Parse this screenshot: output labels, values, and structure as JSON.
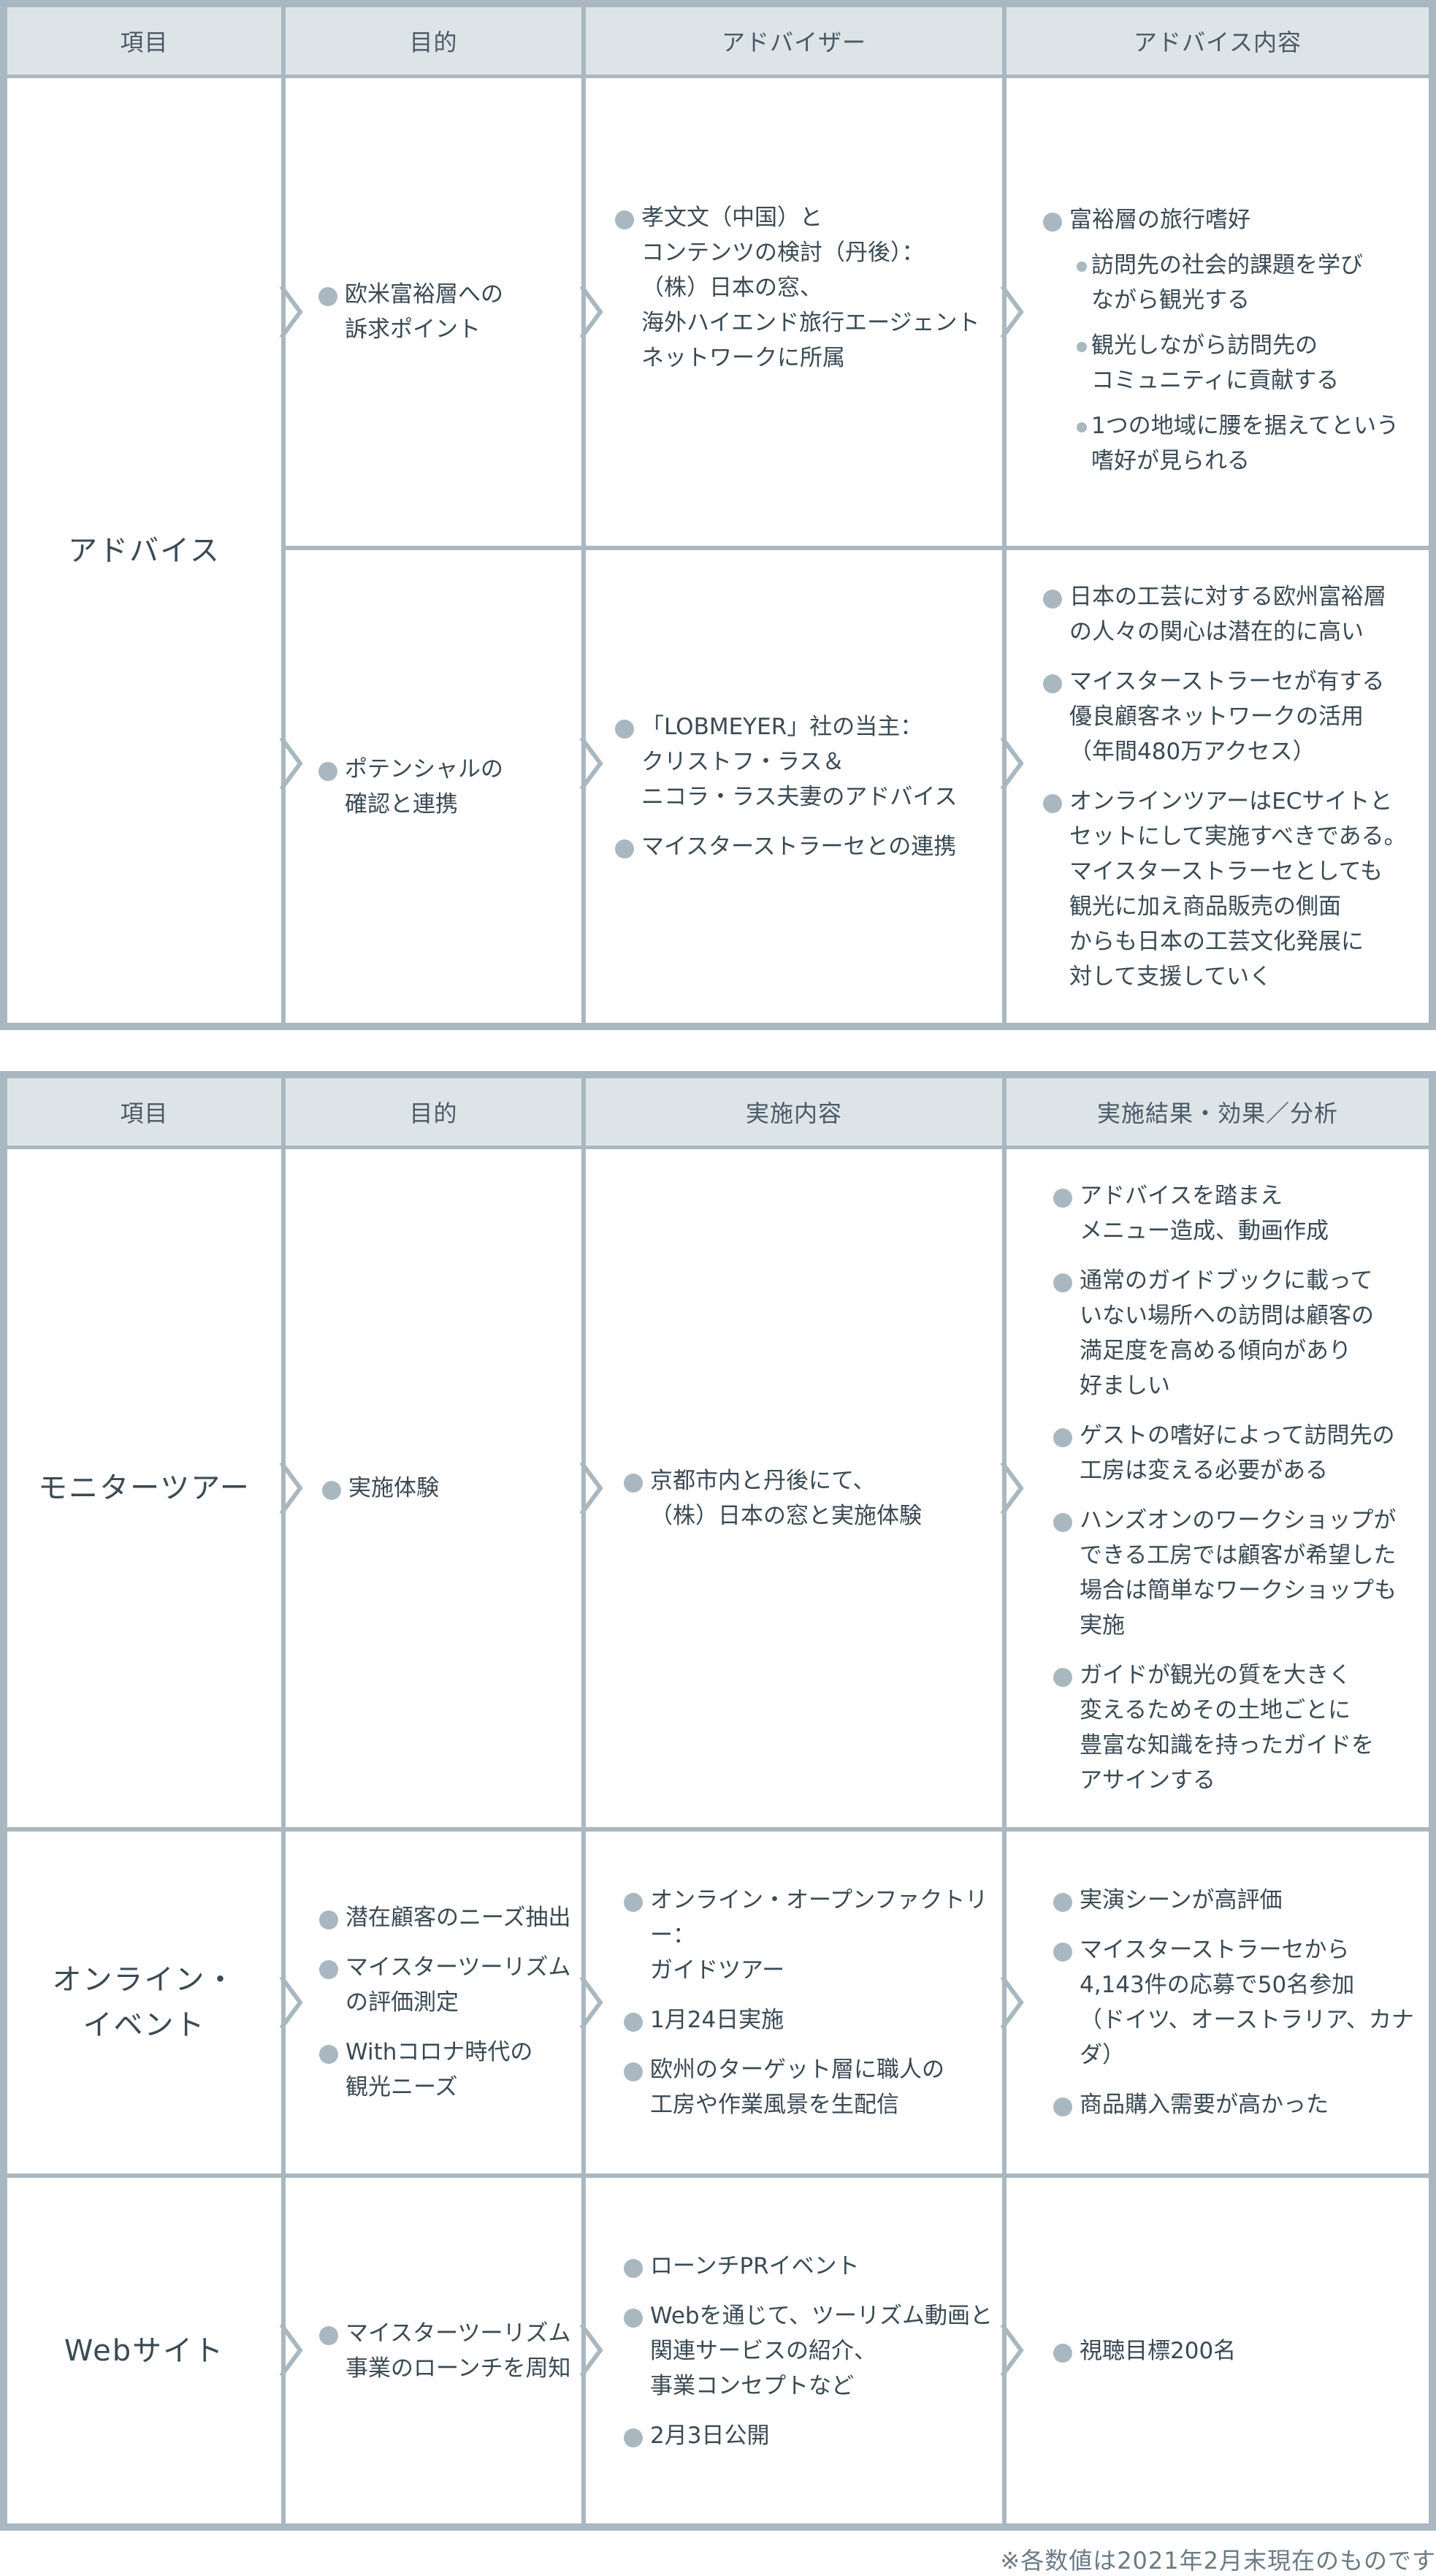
{
  "table1": {
    "headers": [
      "項目",
      "目的",
      "アドバイザー",
      "アドバイス内容"
    ],
    "category": "アドバイス",
    "rows": [
      {
        "purpose": [
          "欧米富裕層への\n訴求ポイント"
        ],
        "advisor": [
          "孝文文（中国）と\nコンテンツの検討（丹後）：\n（株）日本の窓、\n海外ハイエンド旅行エージェント\nネットワークに所属"
        ],
        "advice_main": "富裕層の旅行嗜好",
        "advice_subs": [
          "訪問先の社会的課題を学び\nながら観光する",
          "観光しながら訪問先の\nコミュニティに貢献する",
          "1つの地域に腰を据えてという\n嗜好が見られる"
        ]
      },
      {
        "purpose": [
          "ポテンシャルの\n確認と連携"
        ],
        "advisor": [
          "「LOBMEYER」社の当主：\nクリストフ・ラス＆\nニコラ・ラス夫妻のアドバイス",
          "マイスターストラーセとの連携"
        ],
        "advice": [
          "日本の工芸に対する欧州富裕層\nの人々の関心は潜在的に高い",
          "マイスターストラーセが有する\n優良顧客ネットワークの活用\n（年間480万アクセス）",
          "オンラインツアーはECサイトと\nセットにして実施すべきである。\nマイスターストラーセとしても\n観光に加え商品販売の側面\nからも日本の工芸文化発展に\n対して支援していく"
        ]
      }
    ]
  },
  "table2": {
    "headers": [
      "項目",
      "目的",
      "実施内容",
      "実施結果・効果／分析"
    ],
    "rows": [
      {
        "category": "モニターツアー",
        "purpose": [
          "実施体験"
        ],
        "content": [
          "京都市内と丹後にて、\n（株）日本の窓と実施体験"
        ],
        "results": [
          "アドバイスを踏まえ\nメニュー造成、動画作成",
          "通常のガイドブックに載って\nいない場所への訪問は顧客の\n満足度を高める傾向があり\n好ましい",
          "ゲストの嗜好によって訪問先の\n工房は変える必要がある",
          "ハンズオンのワークショップが\nできる工房では顧客が希望した\n場合は簡単なワークショップも\n実施",
          "ガイドが観光の質を大きく\n変えるためその土地ごとに\n豊富な知識を持ったガイドを\nアサインする"
        ]
      },
      {
        "category": "オンライン・\nイベント",
        "purpose": [
          "潜在顧客のニーズ抽出",
          "マイスターツーリズム\nの評価測定",
          "Withコロナ時代の\n観光ニーズ"
        ],
        "content": [
          "オンライン・オープンファクトリー：\nガイドツアー",
          "1月24日実施",
          "欧州のターゲット層に職人の\n工房や作業風景を生配信"
        ],
        "results": [
          "実演シーンが高評価",
          "マイスターストラーセから\n4,143件の応募で50名参加\n（ドイツ、オーストラリア、カナダ）",
          "商品購入需要が高かった"
        ]
      },
      {
        "category": "Webサイト",
        "purpose": [
          "マイスターツーリズム\n事業のローンチを周知"
        ],
        "content": [
          "ローンチPRイベント",
          "Webを通じて、ツーリズム動画と\n関連サービスの紹介、\n事業コンセプトなど",
          "2月3日公開"
        ],
        "results": [
          "視聴目標200名"
        ]
      }
    ]
  },
  "footnote": "※各数値は2021年2月末現在のものです",
  "colors": {
    "border": "#a9b7c1",
    "header_bg": "#dde4e8",
    "text": "#3a4a55"
  }
}
